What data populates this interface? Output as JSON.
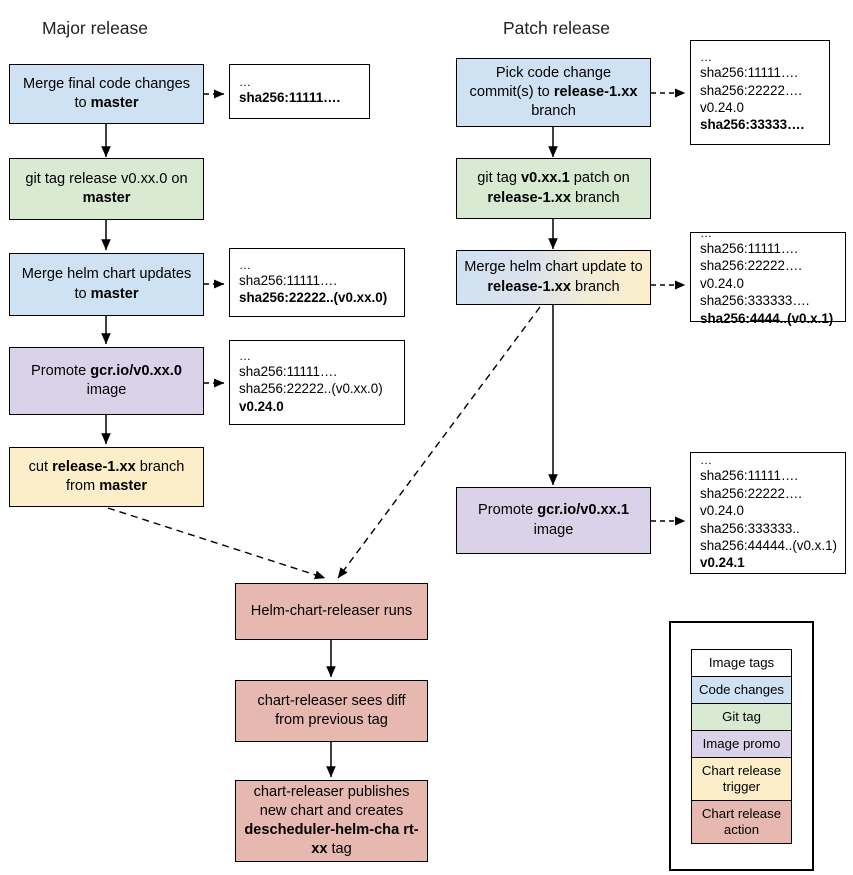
{
  "titles": {
    "major": "Major release",
    "patch": "Patch release"
  },
  "nodes": {
    "major_merge_code": "Merge final code changes to <b>master</b>",
    "major_git_tag": "git tag release v0.xx.0 on <b>master</b>",
    "major_merge_helm": "Merge helm chart updates to <b>master</b>",
    "major_promote": "Promote <b>gcr.io/v0.xx.0</b> image",
    "major_cut_branch": "cut <b>release-1.xx</b> branch from <b>master</b>",
    "patch_pick_commits": "Pick code change commit(s) to <b>release-1.xx</b> branch",
    "patch_git_tag": "git tag <b>v0.xx.1</b> patch on <b>release-1.xx</b> branch",
    "patch_merge_helm": "Merge helm chart update to <b>release-1.xx</b> branch",
    "patch_promote": "Promote <b>gcr.io/v0.xx.1</b> image",
    "releaser_runs": "Helm-chart-releaser runs",
    "releaser_diff": "chart-releaser sees diff from previous tag",
    "releaser_publish": "chart-releaser publishes new chart and creates <b>descheduler-helm-cha rt-xx</b> tag"
  },
  "tagboxes": {
    "major_1": [
      {
        "text": "…",
        "bold": false,
        "dots": true
      },
      {
        "text": "sha256:11111….",
        "bold": true
      }
    ],
    "major_2": [
      {
        "text": "…",
        "bold": false,
        "dots": true
      },
      {
        "text": "sha256:11111….",
        "bold": false
      },
      {
        "text": "sha256:22222..(v0.xx.0)",
        "bold": true
      }
    ],
    "major_3": [
      {
        "text": "…",
        "bold": false,
        "dots": true
      },
      {
        "text": "sha256:11111….",
        "bold": false
      },
      {
        "text": "sha256:22222..(v0.xx.0)",
        "bold": false
      },
      {
        "text": "v0.24.0",
        "bold": true
      }
    ],
    "patch_1": [
      {
        "text": "…",
        "bold": false,
        "dots": true
      },
      {
        "text": "sha256:11111….",
        "bold": false
      },
      {
        "text": "sha256:22222….",
        "bold": false
      },
      {
        "text": "v0.24.0",
        "bold": false
      },
      {
        "text": "sha256:33333….",
        "bold": true
      }
    ],
    "patch_2": [
      {
        "text": "…",
        "bold": false,
        "dots": true
      },
      {
        "text": "sha256:11111….",
        "bold": false
      },
      {
        "text": "sha256:22222….",
        "bold": false
      },
      {
        "text": "v0.24.0",
        "bold": false
      },
      {
        "text": "sha256:333333….",
        "bold": false
      },
      {
        "text": "sha256:4444..(v0.x.1)",
        "bold": true
      }
    ],
    "patch_3": [
      {
        "text": "…",
        "bold": false,
        "dots": true
      },
      {
        "text": "sha256:11111….",
        "bold": false
      },
      {
        "text": "sha256:22222….",
        "bold": false
      },
      {
        "text": "v0.24.0",
        "bold": false
      },
      {
        "text": "sha256:333333..",
        "bold": false
      },
      {
        "text": "sha256:44444..(v0.x.1)",
        "bold": false
      },
      {
        "text": "v0.24.1",
        "bold": true
      }
    ]
  },
  "legend": {
    "items": [
      {
        "label": "Image tags",
        "color": "#ffffff"
      },
      {
        "label": "Code changes",
        "color": "#cfe2f3"
      },
      {
        "label": "Git tag",
        "color": "#d9ead3"
      },
      {
        "label": "Image promo",
        "color": "#d9d2e9"
      },
      {
        "label": "Chart release trigger",
        "color": "#fdeeca"
      },
      {
        "label": "Chart release action",
        "color": "#e6b8af"
      }
    ]
  },
  "colors": {
    "code_changes": "#cfe2f3",
    "git_tag": "#d9ead3",
    "image_promo": "#d9d2e9",
    "chart_release_trigger": "#fdeeca",
    "chart_release_action": "#e6b8af",
    "stroke": "#000000",
    "background": "#ffffff"
  }
}
